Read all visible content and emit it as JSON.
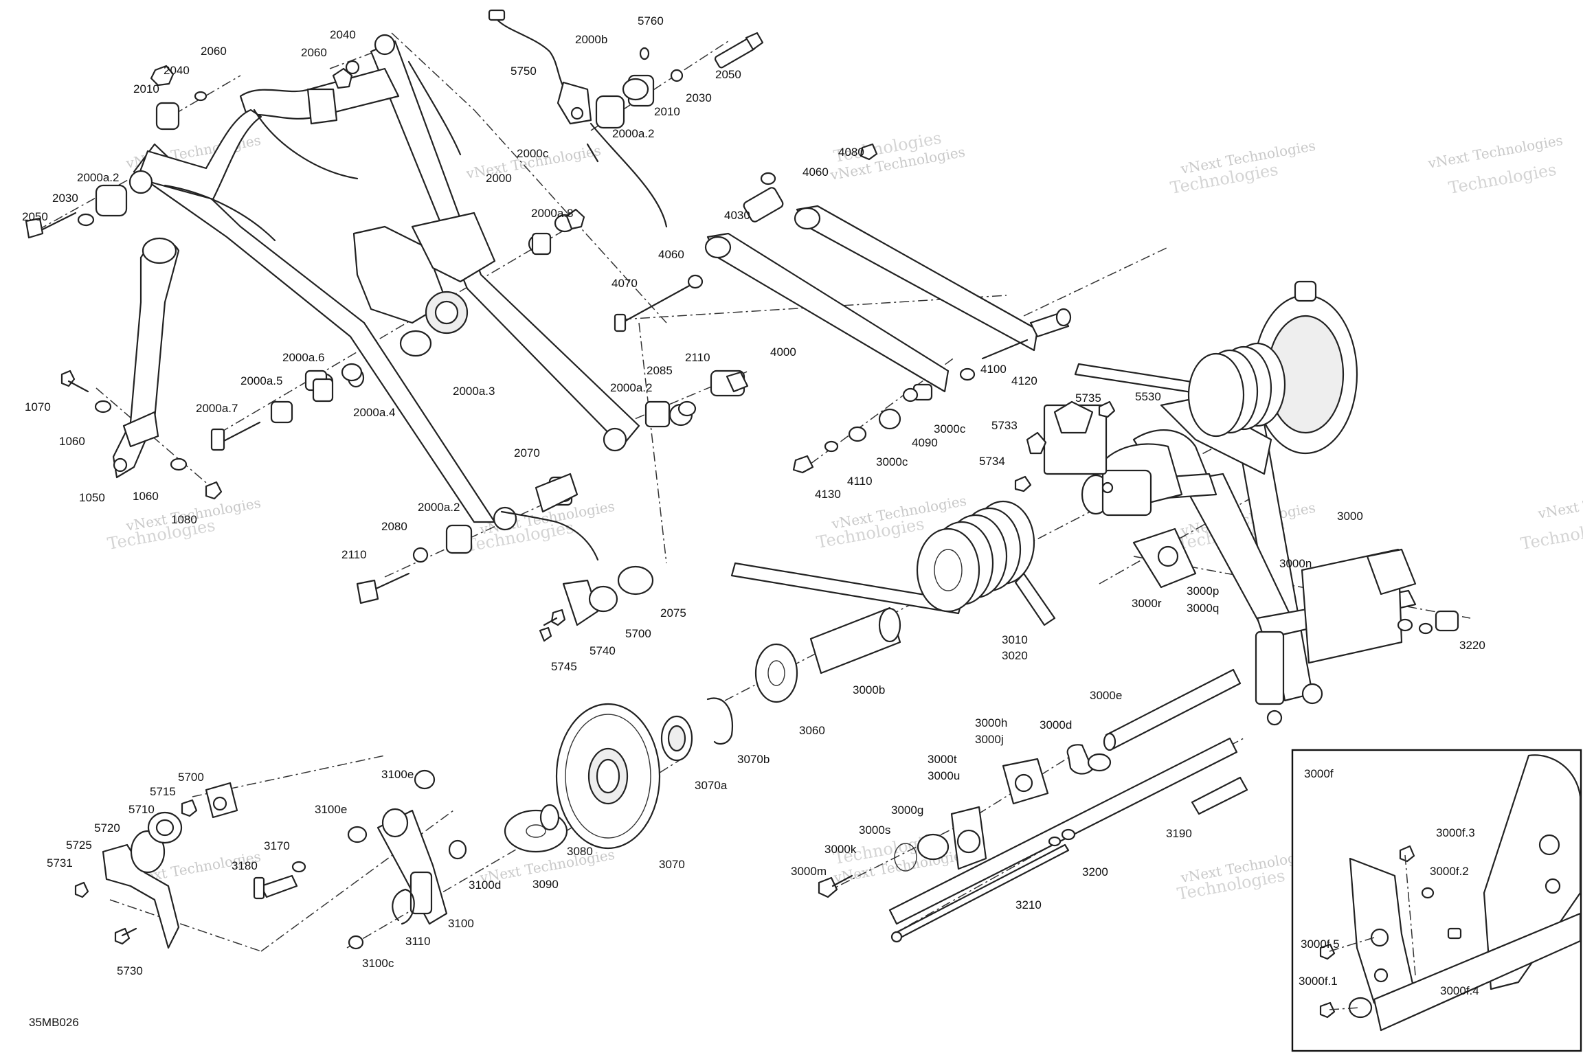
{
  "diagram_code": "35MB026",
  "inset_title": "3000f",
  "watermark": {
    "line1": "vNext Technologies",
    "line2": "Technologies"
  },
  "labels": [
    {
      "text": "2060"
    },
    {
      "text": "2040"
    },
    {
      "text": "2060"
    },
    {
      "text": "2040"
    },
    {
      "text": "2010"
    },
    {
      "text": "2000a.2"
    },
    {
      "text": "2030"
    },
    {
      "text": "2050"
    },
    {
      "text": "2000b"
    },
    {
      "text": "5760"
    },
    {
      "text": "2050"
    },
    {
      "text": "5750"
    },
    {
      "text": "2010"
    },
    {
      "text": "2030"
    },
    {
      "text": "2000a.2"
    },
    {
      "text": "2000c"
    },
    {
      "text": "2000"
    },
    {
      "text": "2000a.8"
    },
    {
      "text": "4080"
    },
    {
      "text": "4060"
    },
    {
      "text": "4030"
    },
    {
      "text": "4060"
    },
    {
      "text": "4070"
    },
    {
      "text": "4000"
    },
    {
      "text": "4100"
    },
    {
      "text": "4120"
    },
    {
      "text": "1070"
    },
    {
      "text": "1060"
    },
    {
      "text": "1050"
    },
    {
      "text": "1060"
    },
    {
      "text": "1080"
    },
    {
      "text": "2000a.6"
    },
    {
      "text": "2000a.5"
    },
    {
      "text": "2000a.7"
    },
    {
      "text": "2000a.4"
    },
    {
      "text": "2000a.3"
    },
    {
      "text": "2085"
    },
    {
      "text": "2110"
    },
    {
      "text": "2000a.2"
    },
    {
      "text": "2070"
    },
    {
      "text": "2000a.2"
    },
    {
      "text": "2080"
    },
    {
      "text": "2110"
    },
    {
      "text": "5740"
    },
    {
      "text": "5700"
    },
    {
      "text": "2075"
    },
    {
      "text": "5745"
    },
    {
      "text": "5735"
    },
    {
      "text": "5530"
    },
    {
      "text": "5733"
    },
    {
      "text": "3000c"
    },
    {
      "text": "4090"
    },
    {
      "text": "3000c"
    },
    {
      "text": "4110"
    },
    {
      "text": "4130"
    },
    {
      "text": "5734"
    },
    {
      "text": "3000"
    },
    {
      "text": "3000n"
    },
    {
      "text": "3000p"
    },
    {
      "text": "3000q"
    },
    {
      "text": "3000r"
    },
    {
      "text": "3220"
    },
    {
      "text": "3010"
    },
    {
      "text": "3020"
    },
    {
      "text": "3000b"
    },
    {
      "text": "3060"
    },
    {
      "text": "3070b"
    },
    {
      "text": "3070a"
    },
    {
      "text": "3070"
    },
    {
      "text": "3080"
    },
    {
      "text": "3000e"
    },
    {
      "text": "3000h"
    },
    {
      "text": "3000j"
    },
    {
      "text": "3000d"
    },
    {
      "text": "3000t"
    },
    {
      "text": "3000u"
    },
    {
      "text": "3000g"
    },
    {
      "text": "3000s"
    },
    {
      "text": "3000k"
    },
    {
      "text": "3000m"
    },
    {
      "text": "3190"
    },
    {
      "text": "3200"
    },
    {
      "text": "3210"
    },
    {
      "text": "3100e"
    },
    {
      "text": "3100e"
    },
    {
      "text": "3170"
    },
    {
      "text": "3180"
    },
    {
      "text": "3100d"
    },
    {
      "text": "3090"
    },
    {
      "text": "3100"
    },
    {
      "text": "3110"
    },
    {
      "text": "3100c"
    },
    {
      "text": "5700"
    },
    {
      "text": "5715"
    },
    {
      "text": "5710"
    },
    {
      "text": "5720"
    },
    {
      "text": "5725"
    },
    {
      "text": "5731"
    },
    {
      "text": "5730"
    },
    {
      "text": "3000f.3"
    },
    {
      "text": "3000f.2"
    },
    {
      "text": "3000f.5"
    },
    {
      "text": "3000f.1"
    },
    {
      "text": "3000f.4"
    }
  ]
}
